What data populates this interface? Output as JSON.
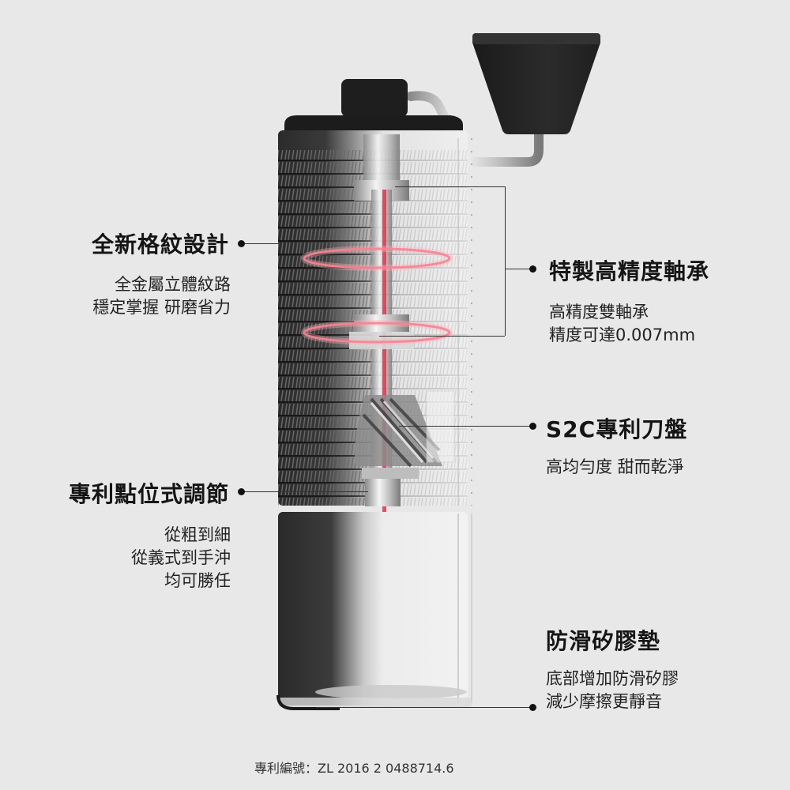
{
  "features": {
    "texture": {
      "title": "全新格紋設計",
      "lines": [
        "全金屬立體紋路",
        "穩定掌握 研磨省力"
      ]
    },
    "bearing": {
      "title": "特製高精度軸承",
      "lines": [
        "高精度雙軸承",
        "精度可達0.007mm"
      ]
    },
    "burr": {
      "title": "S2C專利刀盤",
      "lines": [
        "高均勻度 甜而乾淨"
      ]
    },
    "adjust": {
      "title": "專利點位式調節",
      "lines": [
        "從粗到細",
        "從義式到手沖",
        "均可勝任"
      ]
    },
    "silicone": {
      "title": "防滑矽膠墊",
      "lines": [
        "底部增加防滑矽膠",
        "減少摩擦更靜音"
      ]
    }
  },
  "footer": {
    "patent": "專利編號：ZL 2016 2 0488714.6"
  },
  "colors": {
    "background": "#e8e8e8",
    "body_dark": "#2a2a2a",
    "accent_red": "#e0334a"
  }
}
